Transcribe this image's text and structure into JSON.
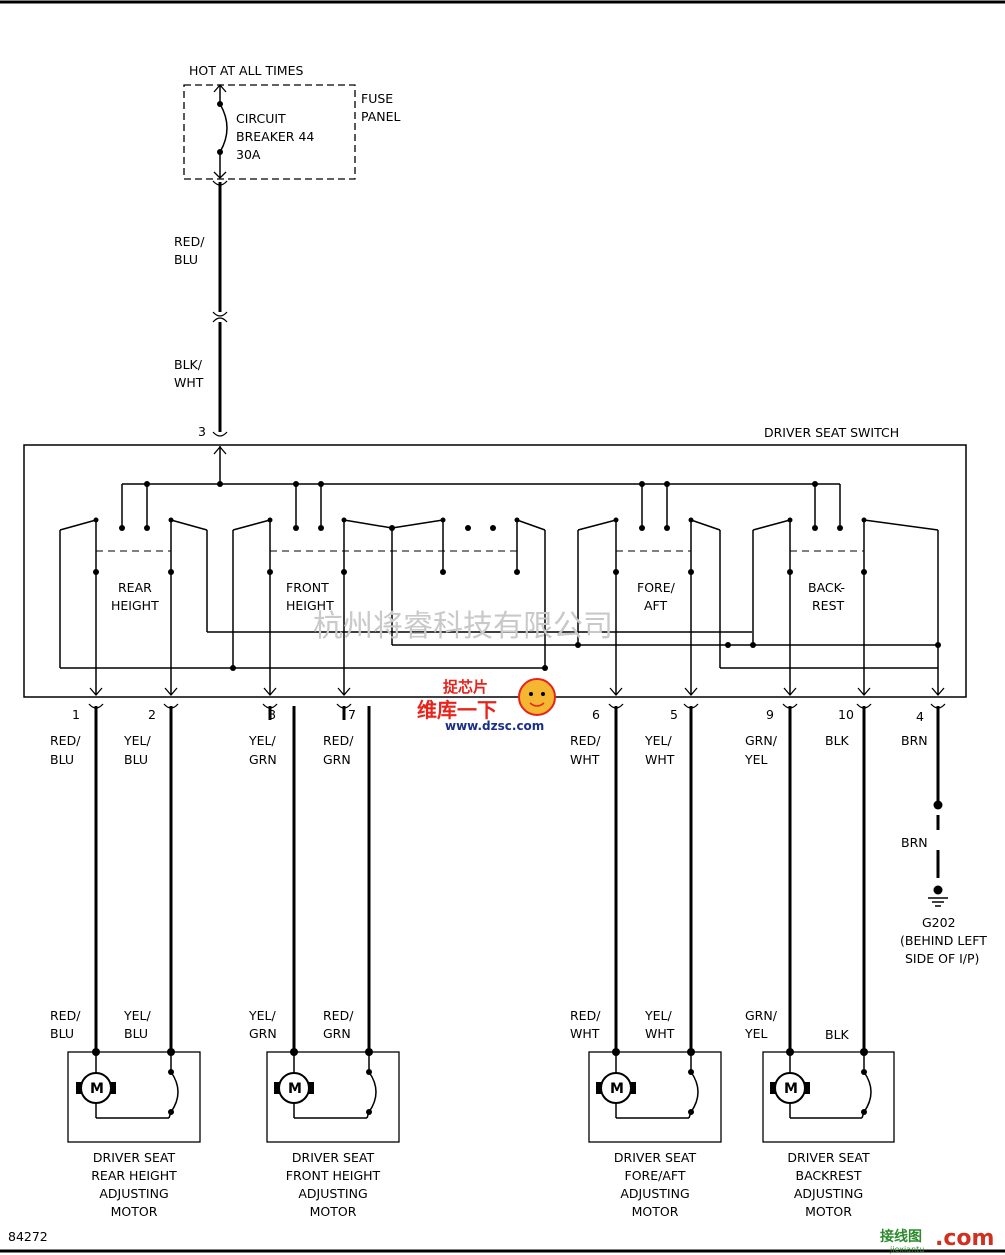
{
  "power": {
    "hot_label": "HOT AT ALL TIMES",
    "breaker_line1": "CIRCUIT",
    "breaker_line2": "BREAKER 44",
    "breaker_line3": "30A",
    "fuse_line1": "FUSE",
    "fuse_line2": "PANEL",
    "wire_upper_line1": "RED/",
    "wire_upper_line2": "BLU",
    "wire_lower_line1": "BLK/",
    "wire_lower_line2": "WHT",
    "input_pin": "3"
  },
  "switch": {
    "title": "DRIVER SEAT SWITCH",
    "sections": [
      {
        "line1": "REAR",
        "line2": "HEIGHT"
      },
      {
        "line1": "FRONT",
        "line2": "HEIGHT"
      },
      {
        "line1": "FORE/",
        "line2": "AFT"
      },
      {
        "line1": "BACK-",
        "line2": "REST"
      }
    ]
  },
  "pins": [
    {
      "pin": "1",
      "top_line1": "RED/",
      "top_line2": "BLU",
      "bottom_line1": "RED/",
      "bottom_line2": "BLU"
    },
    {
      "pin": "2",
      "top_line1": "YEL/",
      "top_line2": "BLU",
      "bottom_line1": "YEL/",
      "bottom_line2": "BLU"
    },
    {
      "pin": "8",
      "top_line1": "YEL/",
      "top_line2": "GRN",
      "bottom_line1": "YEL/",
      "bottom_line2": "GRN"
    },
    {
      "pin": "7",
      "top_line1": "RED/",
      "top_line2": "GRN",
      "bottom_line1": "RED/",
      "bottom_line2": "GRN"
    },
    {
      "pin": "6",
      "top_line1": "RED/",
      "top_line2": "WHT",
      "bottom_line1": "RED/",
      "bottom_line2": "WHT"
    },
    {
      "pin": "5",
      "top_line1": "YEL/",
      "top_line2": "WHT",
      "bottom_line1": "YEL/",
      "bottom_line2": "WHT"
    },
    {
      "pin": "9",
      "top_line1": "GRN/",
      "top_line2": "YEL",
      "bottom_line1": "GRN/",
      "bottom_line2": "YEL"
    },
    {
      "pin": "10",
      "top_line1": "BLK",
      "top_line2": "",
      "bottom_line1": "BLK",
      "bottom_line2": ""
    }
  ],
  "ground": {
    "pin": "4",
    "wire_top": "BRN",
    "wire_mid": "BRN",
    "name": "G202",
    "loc_line1": "(BEHIND LEFT",
    "loc_line2": "SIDE OF I/P)"
  },
  "motors": [
    {
      "symbol": "M",
      "line1": "DRIVER SEAT",
      "line2": "REAR HEIGHT",
      "line3": "ADJUSTING",
      "line4": "MOTOR"
    },
    {
      "symbol": "M",
      "line1": "DRIVER SEAT",
      "line2": "FRONT HEIGHT",
      "line3": "ADJUSTING",
      "line4": "MOTOR"
    },
    {
      "symbol": "M",
      "line1": "DRIVER SEAT",
      "line2": "FORE/AFT",
      "line3": "ADJUSTING",
      "line4": "MOTOR"
    },
    {
      "symbol": "M",
      "line1": "DRIVER SEAT",
      "line2": "BACKREST",
      "line3": "ADJUSTING",
      "line4": "MOTOR"
    }
  ],
  "figure_id": "84272",
  "watermarks": {
    "center": "杭州将睿科技有限公司",
    "brand_top": "捉芯片",
    "brand_main": "维库一下",
    "brand_url": "www.dzsc.com",
    "corner_left": "接线图",
    "corner_right": ".com",
    "corner_small": "jiexiantu"
  }
}
